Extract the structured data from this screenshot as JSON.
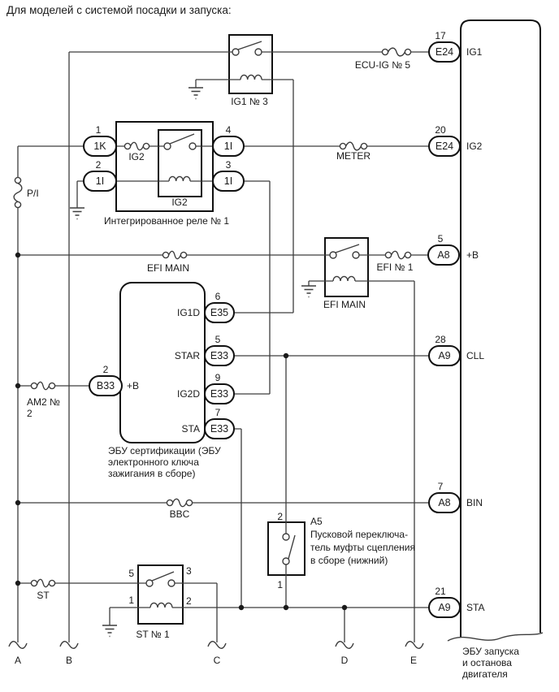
{
  "title": "Для моделей с системой посадки и запуска:",
  "colors": {
    "wire": "#3d3d3d",
    "component": "#111111",
    "text": "#1a1a1a",
    "background": "#ffffff"
  },
  "fuses": {
    "ecu_ig": "ECU-IG № 5",
    "meter": "METER",
    "pi": "P/I",
    "efi_main": "EFI MAIN",
    "efi_no1": "EFI № 1",
    "am2_line1": "AM2 №",
    "am2_line2": "2",
    "bbc": "BBC",
    "st": "ST",
    "ig2": "IG2"
  },
  "relays": {
    "ig1_no3": {
      "caption": "IG1 № 3"
    },
    "integrated": {
      "caption": "Интегрированное реле № 1",
      "inner_caption": "IG2",
      "pins": {
        "p1": {
          "num": "1",
          "label": "1K"
        },
        "p2": {
          "num": "2",
          "label": "1I"
        },
        "p3": {
          "num": "3",
          "label": "1I"
        },
        "p4": {
          "num": "4",
          "label": "1I"
        }
      }
    },
    "efi_main": {
      "caption": "EFI MAIN"
    },
    "st_no1": {
      "caption": "ST № 1",
      "pins": {
        "p5": "5",
        "p3": "3",
        "p1": "1",
        "p2": "2"
      }
    }
  },
  "cert_ecu": {
    "caption_lines": [
      "ЭБУ сертификации (ЭБУ",
      "электронного ключа",
      "зажигания в сборе)"
    ],
    "pins": {
      "b33": {
        "num": "2",
        "conn": "B33",
        "label": "+B"
      },
      "ig1d": {
        "num": "6",
        "conn": "E35",
        "label": "IG1D"
      },
      "star": {
        "num": "5",
        "conn": "E33",
        "label": "STAR"
      },
      "ig2d": {
        "num": "9",
        "conn": "E33",
        "label": "IG2D"
      },
      "sta": {
        "num": "7",
        "conn": "E33",
        "label": "STA"
      }
    }
  },
  "clutch_switch": {
    "id": "A5",
    "pin_top": "2",
    "pin_bottom": "1",
    "desc_lines": [
      "Пусковой переключа-",
      "тель муфты сцепления",
      "в сборе (нижний)"
    ]
  },
  "main_ecu": {
    "caption_lines": [
      "ЭБУ запуска",
      "и останова",
      "двигателя"
    ],
    "pins": [
      {
        "num": "17",
        "conn": "E24",
        "signal": "IG1"
      },
      {
        "num": "20",
        "conn": "E24",
        "signal": "IG2"
      },
      {
        "num": "5",
        "conn": "A8",
        "signal": "+B"
      },
      {
        "num": "28",
        "conn": "A9",
        "signal": "CLL"
      },
      {
        "num": "7",
        "conn": "A8",
        "signal": "BIN"
      },
      {
        "num": "21",
        "conn": "A9",
        "signal": "STA"
      }
    ]
  },
  "connector_letters": [
    "A",
    "B",
    "C",
    "D",
    "E"
  ]
}
